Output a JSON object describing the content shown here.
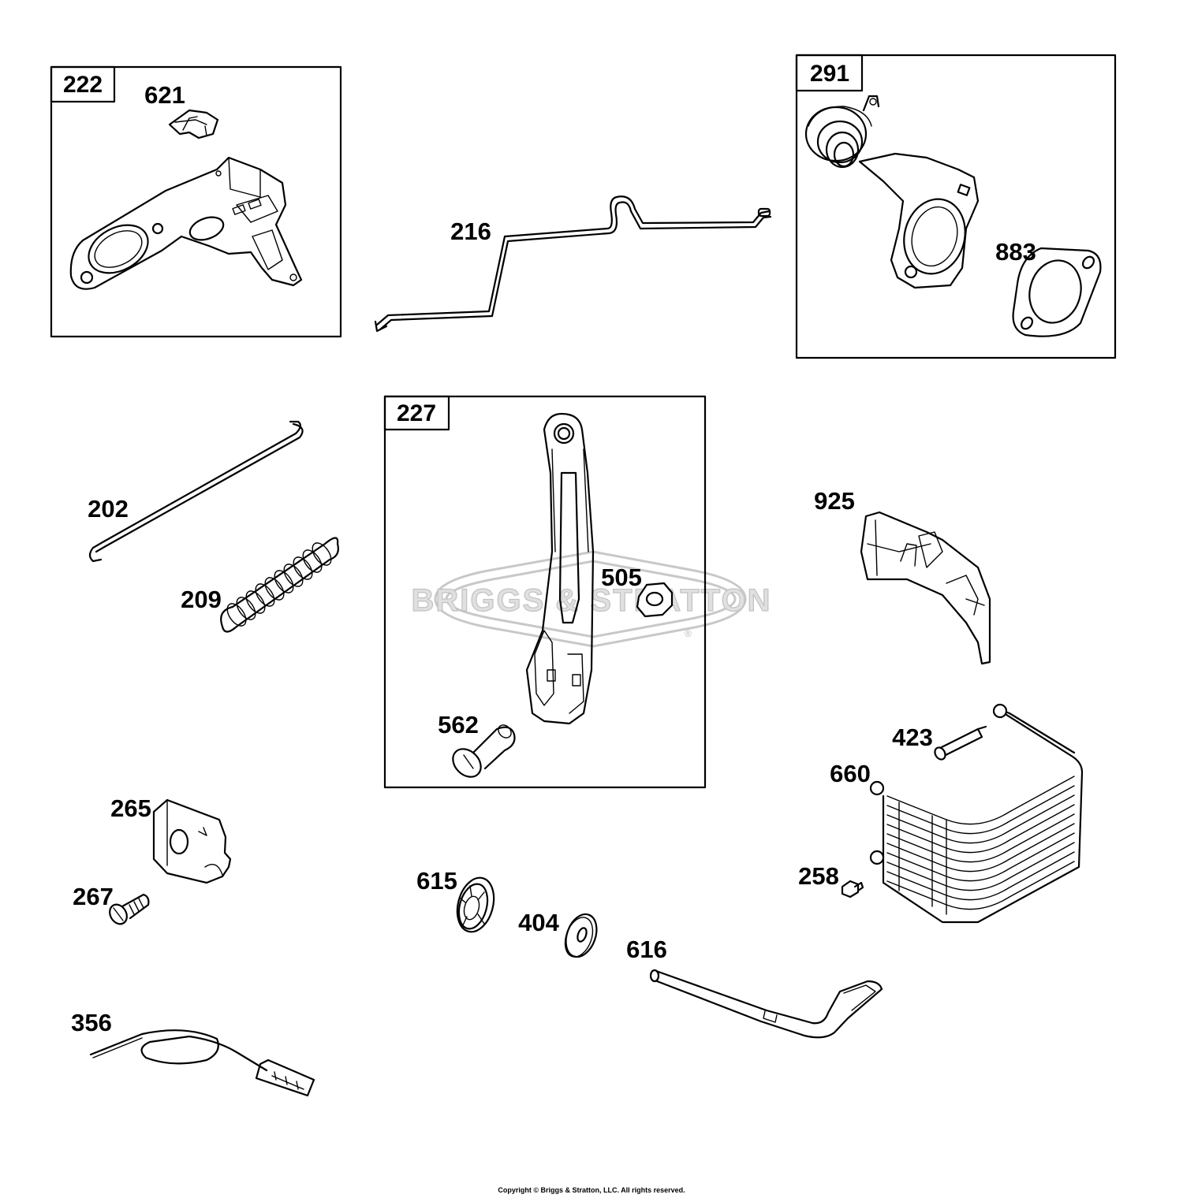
{
  "watermark": {
    "text": "BRIGGS & STRATTON",
    "registered_mark": "®"
  },
  "assemblies": [
    {
      "id": "222",
      "label": "222"
    },
    {
      "id": "291",
      "label": "291"
    },
    {
      "id": "227",
      "label": "227"
    }
  ],
  "parts": [
    {
      "id": "621",
      "label": "621"
    },
    {
      "id": "216",
      "label": "216"
    },
    {
      "id": "883",
      "label": "883"
    },
    {
      "id": "202",
      "label": "202"
    },
    {
      "id": "209",
      "label": "209"
    },
    {
      "id": "505",
      "label": "505"
    },
    {
      "id": "562",
      "label": "562"
    },
    {
      "id": "925",
      "label": "925"
    },
    {
      "id": "423",
      "label": "423"
    },
    {
      "id": "660",
      "label": "660"
    },
    {
      "id": "258",
      "label": "258"
    },
    {
      "id": "265",
      "label": "265"
    },
    {
      "id": "267",
      "label": "267"
    },
    {
      "id": "615",
      "label": "615"
    },
    {
      "id": "404",
      "label": "404"
    },
    {
      "id": "616",
      "label": "616"
    },
    {
      "id": "356",
      "label": "356"
    }
  ],
  "footer": {
    "copyright": "Copyright © Briggs & Stratton, LLC. All rights reserved."
  }
}
